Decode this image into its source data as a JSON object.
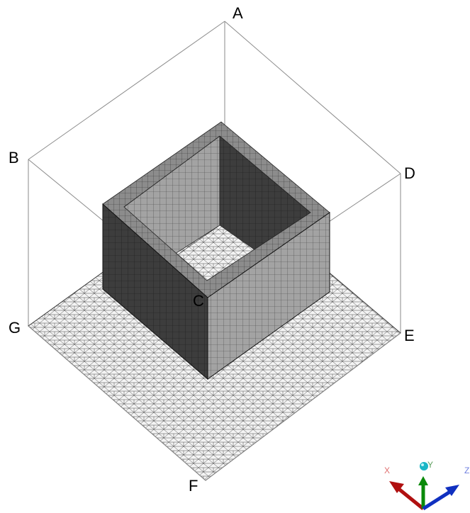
{
  "corners": {
    "A": "A",
    "B": "B",
    "C": "C",
    "D": "D",
    "E": "E",
    "F": "F",
    "G": "G"
  },
  "triad": {
    "x_label": "X",
    "y_label": "Y",
    "z_label": "Z"
  },
  "colors": {
    "mesh_line": "#2a2a2a",
    "ground_fill": "#f4f4f4",
    "wall_outer": "#3d3d3d",
    "wall_top": "#8c8c8c",
    "wall_inner_dark": "#2f2f2f",
    "wall_inner_light": "#a3a3a3",
    "bounding_box": "#8a8a8a",
    "axis_x": "#b01010",
    "axis_y": "#0a8a0a",
    "axis_z": "#1030c0",
    "origin_sphere": "#19b6c6"
  }
}
